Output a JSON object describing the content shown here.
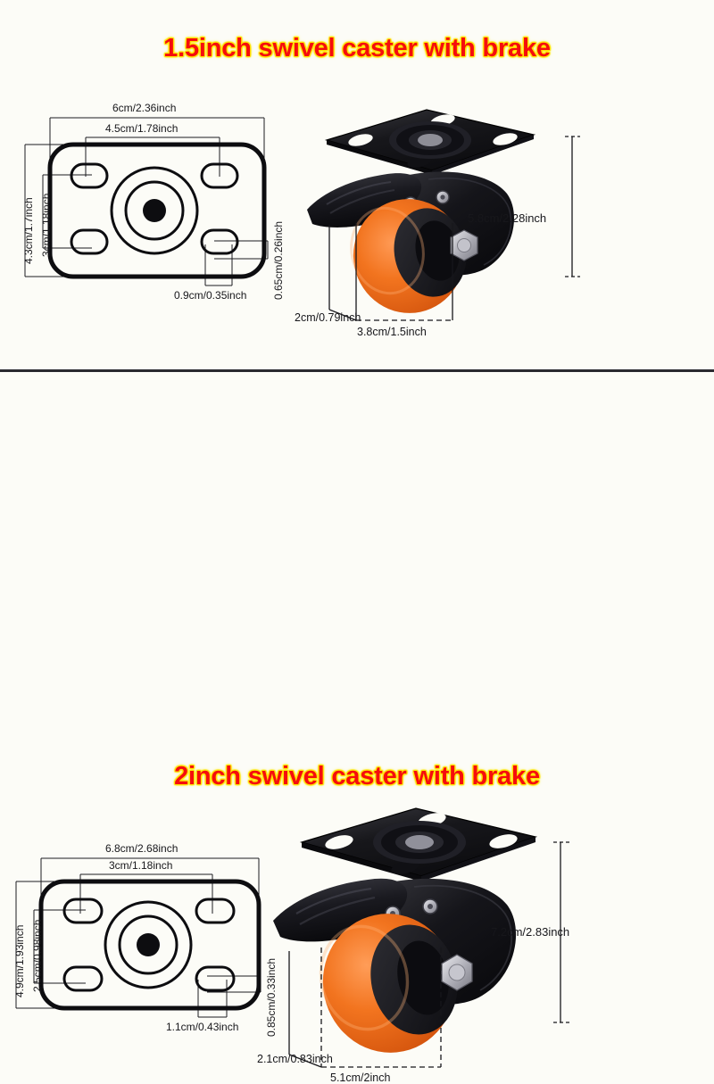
{
  "page": {
    "background_color": "#fcfcf7",
    "divider_color": "#2a2a30",
    "heading_color": "#f50d0d",
    "heading_outline_color": "#ffe400",
    "wheel_color": "#ef6a1e",
    "body_color": "#1a1a1e"
  },
  "sections": [
    {
      "id": "caster-1-5-inch",
      "heading": "1.5inch swivel caster with brake",
      "blueprint": {
        "top_plate_width": "6cm/2.36inch",
        "bolt_hole_spacing_width": "4.5cm/1.78inch",
        "top_plate_height": "4.3cm/1.7inch",
        "bolt_hole_spacing_height": "3cm/1.18inch",
        "bolt_slot_width": "0.9cm/0.35inch",
        "bolt_slot_height": "0.65cm/0.26inch"
      },
      "photo": {
        "overall_height": "5.8cm/2.28inch",
        "wheel_width": "2cm/0.79inch",
        "wheel_diameter": "3.8cm/1.5inch"
      }
    },
    {
      "id": "caster-2-inch",
      "heading": "2inch swivel caster with brake",
      "blueprint": {
        "top_plate_width": "6.8cm/2.68inch",
        "bolt_hole_spacing_width": "3cm/1.18inch",
        "top_plate_height": "4.9cm/1.93inch",
        "bolt_hole_spacing_height": "2.5cm/0.98inch",
        "bolt_slot_width": "1.1cm/0.43inch",
        "bolt_slot_height": "0.85cm/0.33inch"
      },
      "photo": {
        "overall_height": "7.2cm/2.83inch",
        "wheel_width": "2.1cm/0.83inch",
        "wheel_diameter": "5.1cm/2inch"
      }
    }
  ]
}
